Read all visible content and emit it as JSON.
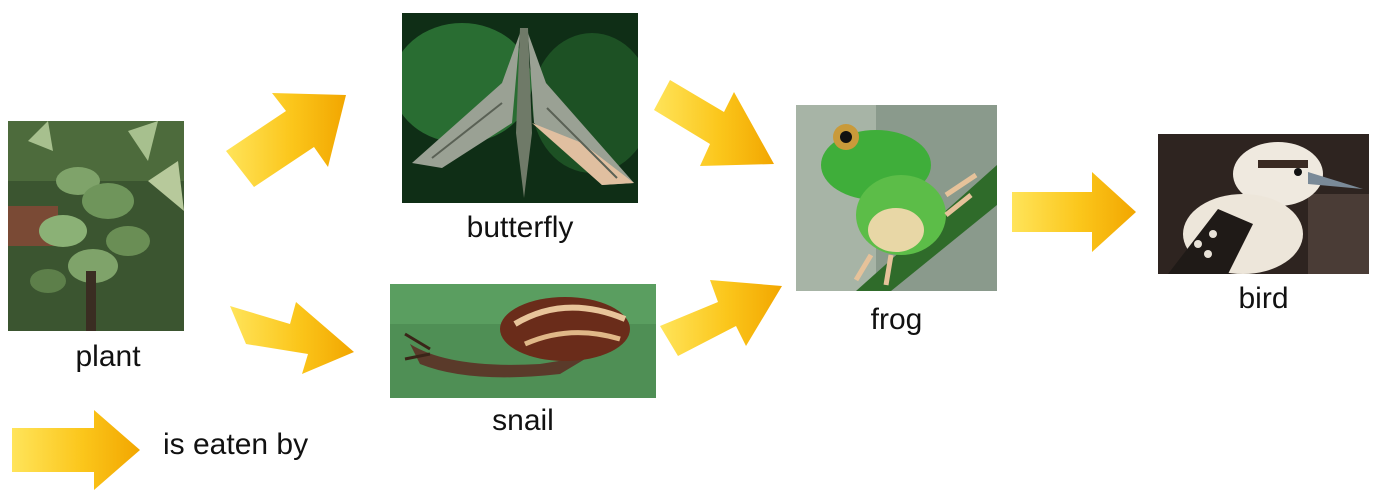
{
  "organisms": {
    "plant": "plant",
    "butterfly": "butterfly",
    "snail": "snail",
    "frog": "frog",
    "bird": "bird"
  },
  "legend": {
    "text": "is eaten by"
  },
  "colors": {
    "arrow_light": "#ffe45a",
    "arrow_mid": "#fbc61b",
    "arrow_dark": "#f2a600",
    "text": "#111111"
  },
  "links": [
    {
      "from": "plant",
      "to": "butterfly"
    },
    {
      "from": "plant",
      "to": "snail"
    },
    {
      "from": "butterfly",
      "to": "frog"
    },
    {
      "from": "snail",
      "to": "frog"
    },
    {
      "from": "frog",
      "to": "bird"
    }
  ]
}
